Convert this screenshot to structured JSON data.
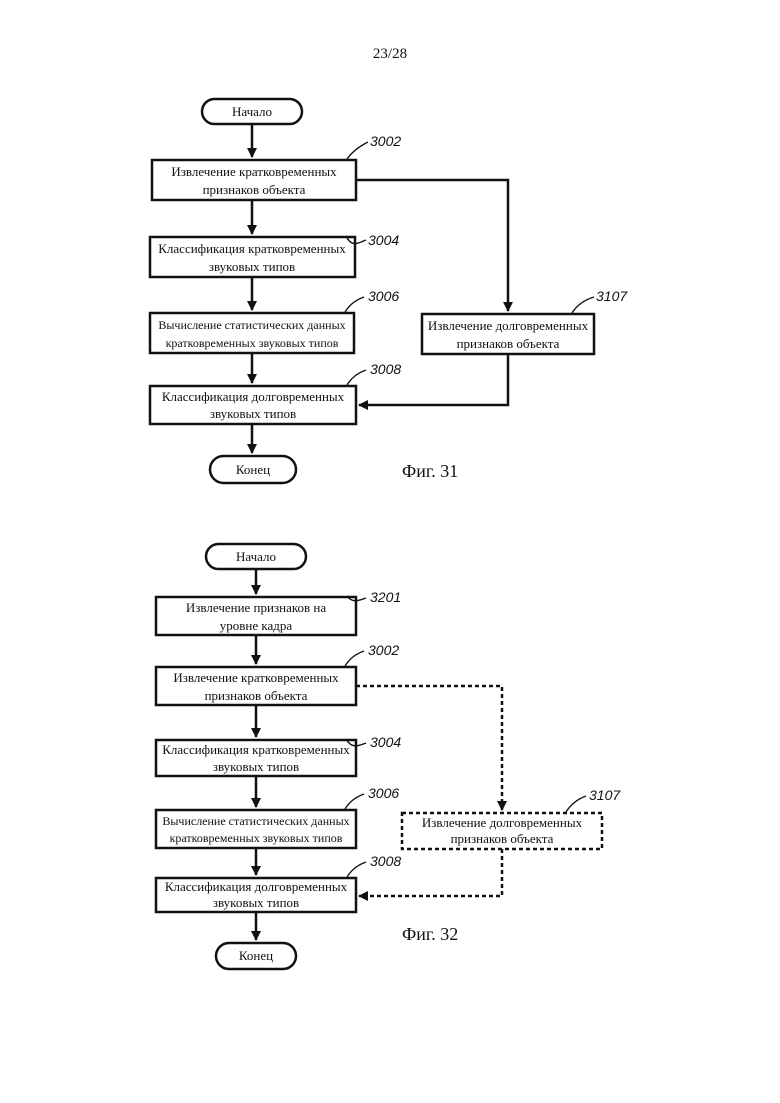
{
  "page": {
    "number": "23/28"
  },
  "fig31": {
    "caption": "Фиг. 31",
    "start": "Начало",
    "end": "Конец",
    "step_3002": {
      "ref": "3002",
      "line1": "Извлечение кратковременных",
      "line2": "признаков объекта"
    },
    "step_3004": {
      "ref": "3004",
      "line1": "Классификация кратковременных",
      "line2": "звуковых типов"
    },
    "step_3006": {
      "ref": "3006",
      "line1": "Вычисление статистических данных",
      "line2": "кратковременных звуковых типов"
    },
    "step_3008": {
      "ref": "3008",
      "line1": "Классификация долговременных",
      "line2": "звуковых типов"
    },
    "step_3107": {
      "ref": "3107",
      "line1": "Извлечение долговременных",
      "line2": "признаков объекта"
    }
  },
  "fig32": {
    "caption": "Фиг. 32",
    "start": "Начало",
    "end": "Конец",
    "step_3201": {
      "ref": "3201",
      "line1": "Извлечение признаков на",
      "line2": "уровне кадра"
    },
    "step_3002": {
      "ref": "3002",
      "line1": "Извлечение кратковременных",
      "line2": "признаков объекта"
    },
    "step_3004": {
      "ref": "3004",
      "line1": "Классификация кратковременных",
      "line2": "звуковых типов"
    },
    "step_3006": {
      "ref": "3006",
      "line1": "Вычисление статистических данных",
      "line2": "кратковременных звуковых типов"
    },
    "step_3008": {
      "ref": "3008",
      "line1": "Классификация долговременных",
      "line2": "звуковых типов"
    },
    "step_3107": {
      "ref": "3107",
      "line1": "Извлечение долговременных",
      "line2": "признаков объекта"
    }
  }
}
